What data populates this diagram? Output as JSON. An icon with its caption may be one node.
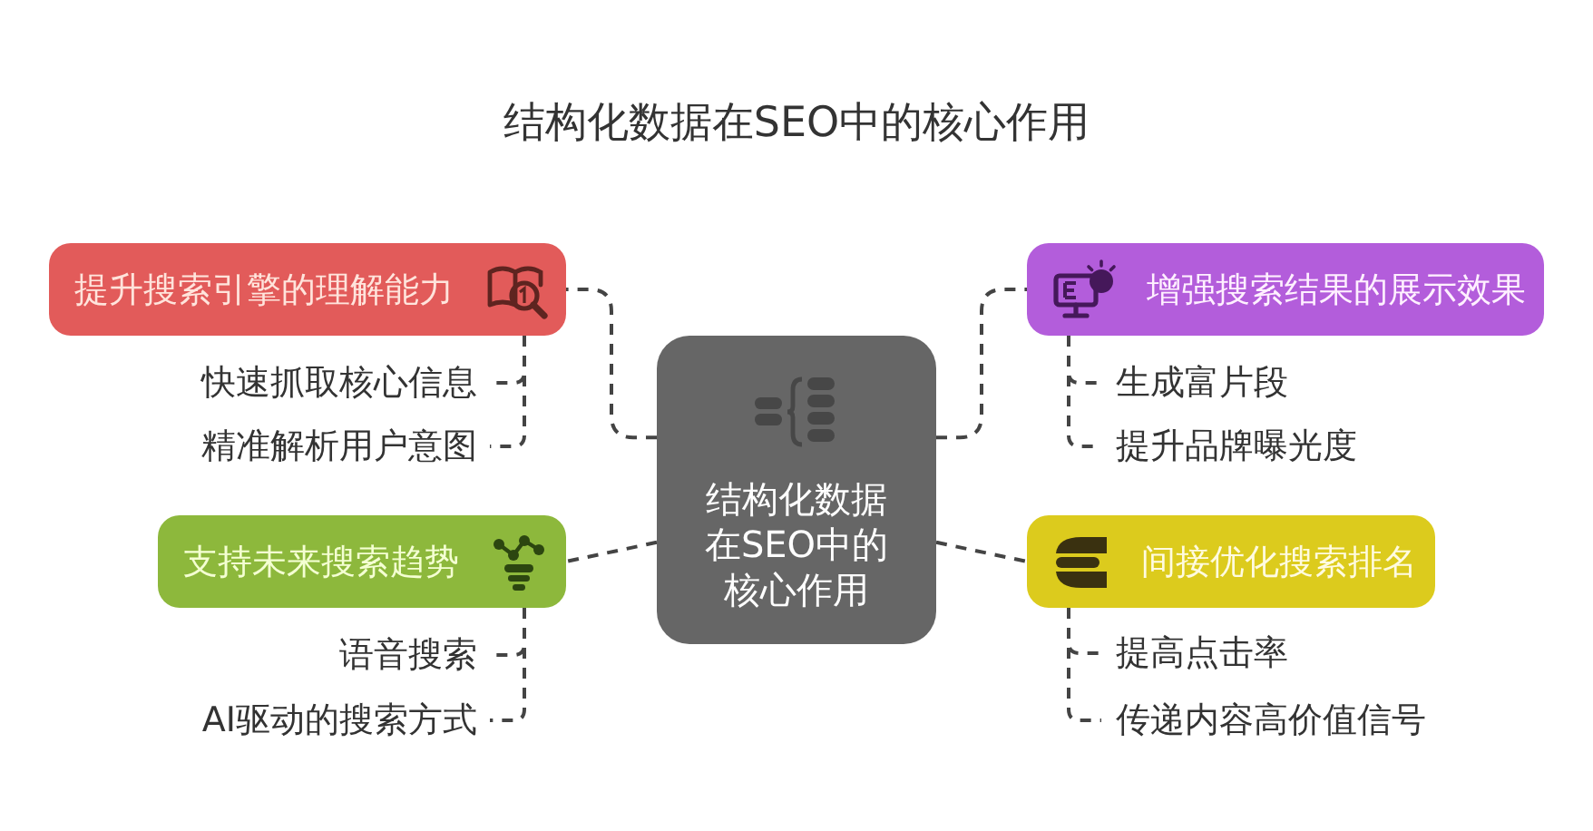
{
  "diagram": {
    "title": "结构化数据在SEO中的核心作用",
    "nodes": [
      {
        "text": [
          "结构化数据在SEO中的核心作用"
        ]
      },
      {
        "text": [
          "提升搜索引擎的理解能力"
        ]
      },
      {
        "text": [
          "快速抓取核心信息"
        ]
      },
      {
        "text": [
          "精准解析用户意图"
        ]
      },
      {
        "text": [
          "增强搜索结果的展示效果"
        ]
      },
      {
        "text": [
          "生成富片段"
        ]
      },
      {
        "text": [
          "提升品牌曝光度"
        ]
      },
      {
        "text": [
          "支持未来搜索趋势"
        ]
      },
      {
        "text": [
          "语音搜索"
        ]
      },
      {
        "text": [
          "AI驱动的搜索方式"
        ]
      },
      {
        "text": [
          "间接优化搜索排名"
        ]
      },
      {
        "text": [
          "提高点击率"
        ]
      },
      {
        "text": [
          "传递内容高价值信号"
        ]
      }
    ],
    "edges": [
      {
        "from": 0,
        "to": 1,
        "arrow": "none",
        "style": "dashed"
      },
      {
        "from": 1,
        "to": 2,
        "arrow": "none",
        "style": "dashed"
      },
      {
        "from": 1,
        "to": 3,
        "arrow": "none",
        "style": "dashed"
      },
      {
        "from": 0,
        "to": 4,
        "arrow": "none",
        "style": "dashed"
      },
      {
        "from": 4,
        "to": 5,
        "arrow": "none",
        "style": "dashed"
      },
      {
        "from": 4,
        "to": 6,
        "arrow": "none",
        "style": "dashed"
      },
      {
        "from": 0,
        "to": 7,
        "arrow": "none",
        "style": "dashed"
      },
      {
        "from": 7,
        "to": 8,
        "arrow": "none",
        "style": "dashed"
      },
      {
        "from": 7,
        "to": 9,
        "arrow": "none",
        "style": "dashed"
      },
      {
        "from": 0,
        "to": 10,
        "arrow": "none",
        "style": "dashed"
      },
      {
        "from": 10,
        "to": 11,
        "arrow": "none",
        "style": "dashed"
      },
      {
        "from": 10,
        "to": 12,
        "arrow": "none",
        "style": "dashed"
      }
    ]
  }
}
